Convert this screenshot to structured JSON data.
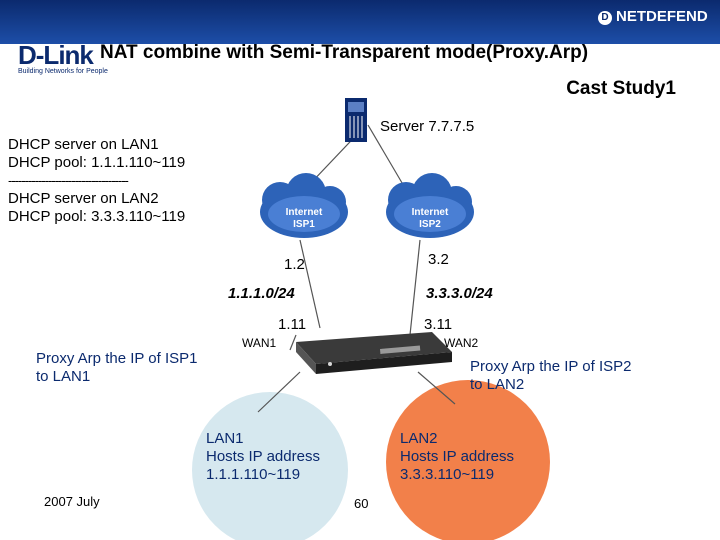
{
  "header": {
    "left_logo_name": "D-Link",
    "left_logo_tag": "Building Networks for People",
    "right_logo": "NETDEFEND",
    "title_line1": "NAT combine with Semi-Transparent mode(Proxy.Arp)",
    "title_line2": "Cast Study1"
  },
  "server": {
    "label": "Server 7.7.7.5"
  },
  "dhcp": {
    "line1": "DHCP server on LAN1",
    "line2": "DHCP pool: 1.1.1.110~119",
    "separator": "------------------------------------",
    "line3": "DHCP server on LAN2",
    "line4": "DHCP pool: 3.3.3.110~119"
  },
  "clouds": [
    {
      "name": "Internet",
      "isp": "ISP1"
    },
    {
      "name": "Internet",
      "isp": "ISP2"
    }
  ],
  "labels": {
    "ip_1_2": "1.2",
    "ip_3_2": "3.2",
    "net1": "1.1.1.0/24",
    "net3": "3.3.3.0/24",
    "ip_1_11": "1.11",
    "ip_3_11": "3.11",
    "wan1": "WAN1",
    "wan2": "WAN2",
    "proxy1_line1": "Proxy Arp the IP of ISP1",
    "proxy1_line2": "to LAN1",
    "proxy2_line1": "Proxy Arp the IP of ISP2",
    "proxy2_line2": "to LAN2"
  },
  "lan1": {
    "title": "LAN1",
    "line1": "Hosts IP address",
    "line2": "1.1.1.110~119"
  },
  "lan2": {
    "title": "LAN2",
    "line1": "Hosts IP address",
    "line2": "3.3.3.110~119"
  },
  "footer": {
    "date": "2007 July",
    "page": "60"
  },
  "colors": {
    "band": "#0b2a6e",
    "lan1_circle": "#d6e8ef",
    "lan2_circle": "#f2804a",
    "line": "#555555"
  }
}
